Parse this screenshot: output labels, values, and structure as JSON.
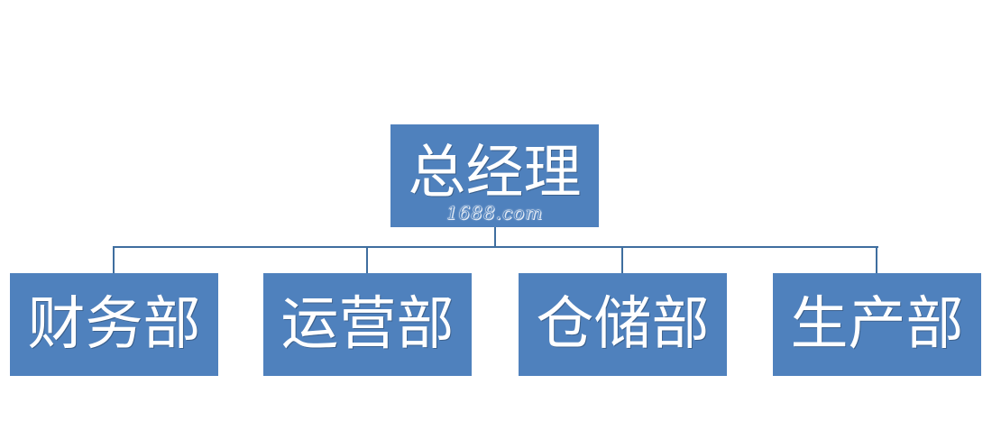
{
  "colors": {
    "node_fill": "#4f81bd",
    "node_text": "#ffffff",
    "connector": "#3f6e9f"
  },
  "root": {
    "label": "总经理",
    "watermark": "1688.com"
  },
  "children": [
    {
      "label": "财务部"
    },
    {
      "label": "运营部"
    },
    {
      "label": "仓储部"
    },
    {
      "label": "生产部"
    }
  ]
}
